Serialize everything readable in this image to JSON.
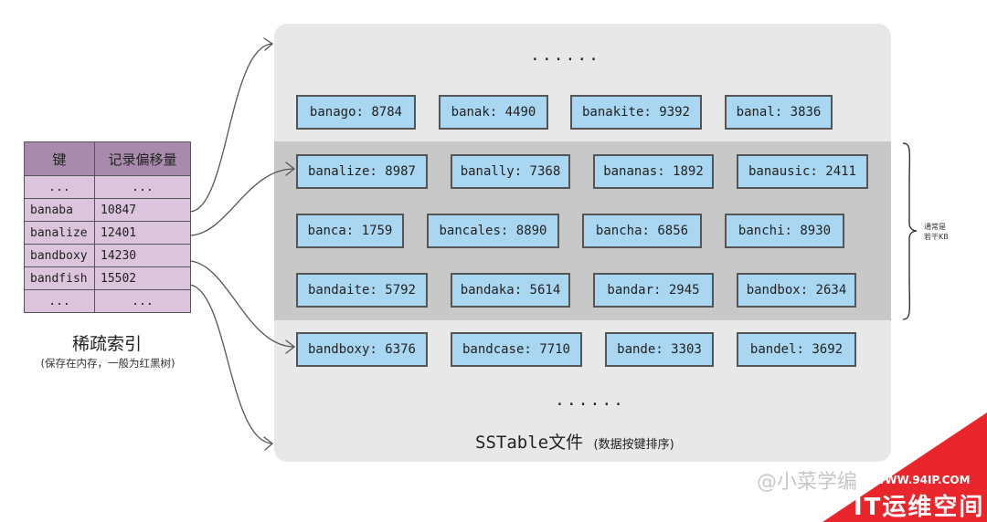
{
  "index": {
    "title": "稀疏索引",
    "subtitle": "(保存在内存，一般为红黑树)",
    "headers": [
      "键",
      "记录偏移量"
    ],
    "rows": [
      [
        "...",
        "..."
      ],
      [
        "banaba",
        "10847"
      ],
      [
        "banalize",
        "12401"
      ],
      [
        "bandboxy",
        "14230"
      ],
      [
        "bandfish",
        "15502"
      ],
      [
        "...",
        "..."
      ]
    ]
  },
  "sstable": {
    "top_ellipsis": "......",
    "bottom_ellipsis": "......",
    "caption": "SSTable文件",
    "caption_sub": "(数据按键排序)",
    "rows": [
      [
        "banago: 8784",
        "banak: 4490",
        "banakite: 9392",
        "banal: 3836"
      ],
      [
        "banalize: 8987",
        "banally: 7368",
        "bananas: 1892",
        "banausic: 2411"
      ],
      [
        "banca: 1759",
        "bancales: 8890",
        "bancha: 6856",
        "banchi: 8930"
      ],
      [
        "bandaite: 5792",
        "bandaka: 5614",
        "bandar: 2945",
        "bandbox: 2634"
      ],
      [
        "bandboxy: 6376",
        "bandcase: 7710",
        "bande: 3303",
        "bandel: 3692"
      ]
    ]
  },
  "brace_note": [
    "通常是",
    "若干KB"
  ],
  "watermark": {
    "text": "@小菜学编",
    "site_url": "WWW.94IP.COM",
    "site_name": "IT运维空间"
  },
  "colors": {
    "kv_fill": "#a9d6f0",
    "index_header": "#a88bac",
    "index_cell": "#dcc4dc",
    "panel": "#e8e8e8",
    "band": "#c8c8c8",
    "watermark_red": "#e8262b"
  }
}
